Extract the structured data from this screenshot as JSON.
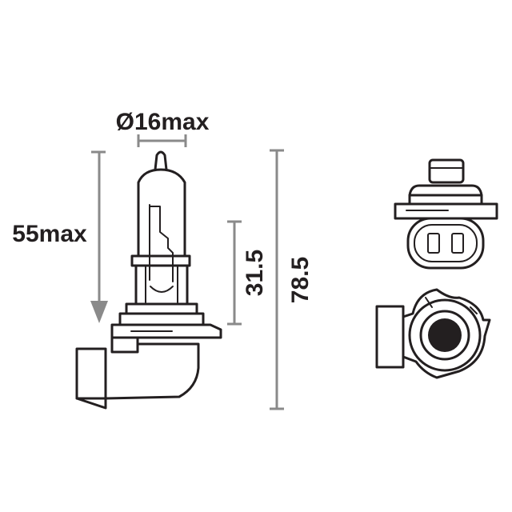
{
  "dimensions": {
    "diameter_label": "Ø16max",
    "height_label": "55max",
    "light_center_label": "31.5",
    "total_length_label": "78.5"
  },
  "colors": {
    "ink": "#231f20",
    "dimension_line": "#8a8a8a",
    "background": "#ffffff"
  }
}
